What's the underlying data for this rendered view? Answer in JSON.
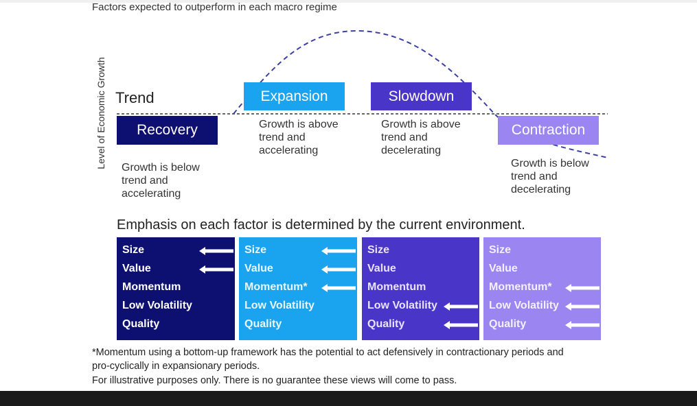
{
  "title": "Factors expected to outperform in each macro regime",
  "y_axis_label": "Level of Economic Growth",
  "trend_label": "Trend",
  "regimes": [
    {
      "name": "Recovery",
      "color": "#0d1070",
      "description": "Growth is below\ntrend and\naccelerating"
    },
    {
      "name": "Expansion",
      "color": "#1aa3ef",
      "description": "Growth is above\ntrend and\naccelerating"
    },
    {
      "name": "Slowdown",
      "color": "#4a35c9",
      "description": "Growth is above\ntrend and\ndecelerating"
    },
    {
      "name": "Contraction",
      "color": "#9b85f0",
      "description": "Growth is below\ntrend and\ndecelerating"
    }
  ],
  "emphasis_heading": "Emphasis on each factor is determined by the current environment.",
  "factor_columns": [
    {
      "regime": "Recovery",
      "color": "#0d1070",
      "text_color": "#ffffff",
      "factors": [
        "Size",
        "Value",
        "Momentum",
        "Low Volatility",
        "Quality"
      ],
      "emphasized": [
        true,
        true,
        false,
        false,
        false
      ]
    },
    {
      "regime": "Expansion",
      "color": "#1aa3ef",
      "text_color": "#e9f6ff",
      "factors": [
        "Size",
        "Value",
        "Momentum*",
        "Low Volatility",
        "Quality"
      ],
      "emphasized": [
        true,
        true,
        true,
        false,
        false
      ]
    },
    {
      "regime": "Slowdown",
      "color": "#4a35c9",
      "text_color": "#e8e4ff",
      "factors": [
        "Size",
        "Value",
        "Momentum",
        "Low Volatility",
        "Quality"
      ],
      "emphasized": [
        false,
        false,
        false,
        true,
        true
      ]
    },
    {
      "regime": "Contraction",
      "color": "#9b85f0",
      "text_color": "#f3f0ff",
      "factors": [
        "Size",
        "Value",
        "Momentum*",
        "Low Volatility",
        "Quality"
      ],
      "emphasized": [
        false,
        false,
        true,
        true,
        true
      ]
    }
  ],
  "footnotes": [
    "*Momentum using a bottom-up framework has the potential to act defensively in contractionary periods and",
    "pro-cyclically in expansionary periods.",
    "For illustrative purposes only. There is no guarantee these views will come to pass."
  ]
}
